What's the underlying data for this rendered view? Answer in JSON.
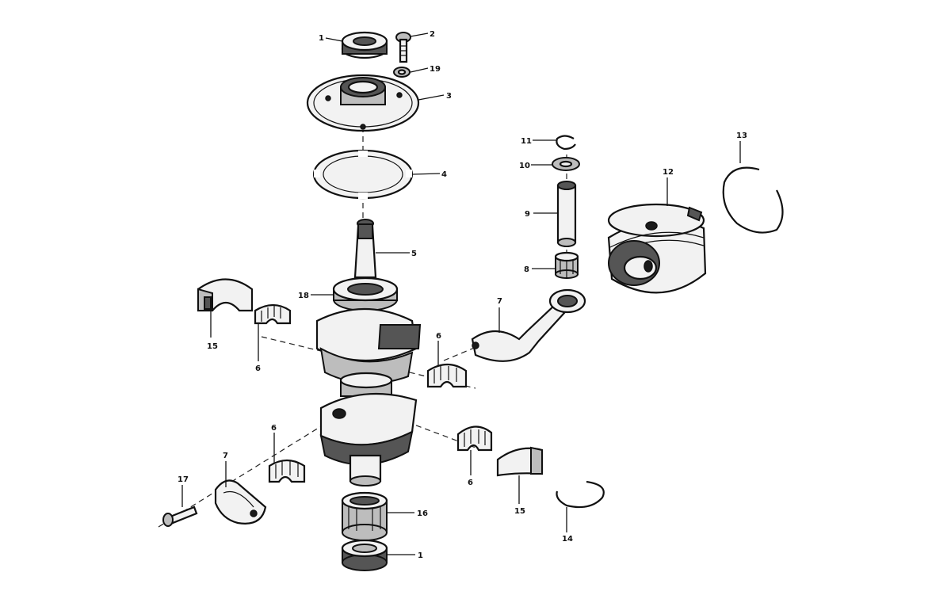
{
  "diagram": {
    "callouts": {
      "c1_top": "1",
      "c2": "2",
      "c19": "19",
      "c3": "3",
      "c4": "4",
      "c5": "5",
      "c18": "18",
      "c15_left": "15",
      "c6_left": "6",
      "c6_mid": "6",
      "c6_low": "6",
      "c6_right": "6",
      "c7_rod": "7",
      "c7_cap": "7",
      "c8": "8",
      "c9": "9",
      "c10": "10",
      "c11": "11",
      "c12": "12",
      "c13": "13",
      "c14": "14",
      "c15_right": "15",
      "c16": "16",
      "c17": "17",
      "c1_bottom": "1"
    }
  }
}
